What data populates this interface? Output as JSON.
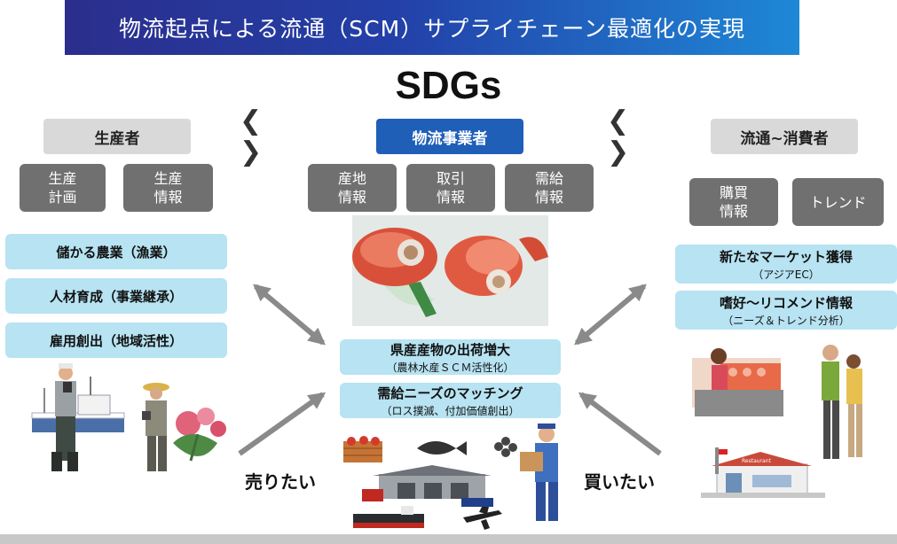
{
  "title": "物流起点による流通（SCM）サプライチェーン最適化の実現",
  "subtitle": "SDGs",
  "roles": {
    "left": "生産者",
    "center": "物流事業者",
    "right": "流通~消費者",
    "chevron": "❮ ❯"
  },
  "info": {
    "producer": [
      "生産\n計画",
      "生産\n情報"
    ],
    "logistics": [
      "産地\n情報",
      "取引\n情報",
      "需給\n情報"
    ],
    "consumer": [
      "購買\n情報",
      "トレンド"
    ]
  },
  "benefits_left": [
    "儲かる農業（漁業）",
    "人材育成（事業継承）",
    "雇用創出（地域活性）"
  ],
  "benefits_right": [
    {
      "title": "新たなマーケット獲得",
      "sub": "（アジアEC）"
    },
    {
      "title": "嗜好～リコメンド情報",
      "sub": "（ニーズ＆トレンド分析）"
    }
  ],
  "center_goals": [
    {
      "title": "県産産物の出荷増大",
      "sub": "（農林水産ＳＣＭ活性化）"
    },
    {
      "title": "需給ニーズのマッチング",
      "sub": "（ロス撲滅、付加価値創出）"
    }
  ],
  "labels": {
    "sell": "売りたい",
    "buy": "買いたい"
  },
  "store_sign": "Restaurant",
  "colors": {
    "banner_start": "#2b2e8c",
    "banner_end": "#1e88d6",
    "center_role": "#1f5fb8",
    "info_box": "#707070",
    "goal_box": "#b7e3f2",
    "arrow": "#8a8a8a"
  }
}
